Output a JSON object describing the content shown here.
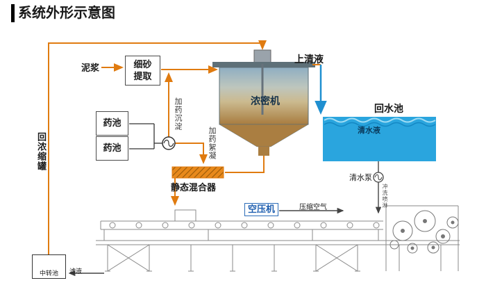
{
  "title": "系统外形示意图",
  "nodes": {
    "mud": "泥浆",
    "sand_extraction_line1": "细砂",
    "sand_extraction_line2": "提取",
    "supernatant": "上清液",
    "thickener": "浓密机",
    "return_pool": "回水池",
    "clear_water": "清水液",
    "clear_water_pump": "清水泵",
    "spray": "冲洗喷淋",
    "chem_pool_1": "药池",
    "chem_pool_2": "药池",
    "dosing_sedimentation": "加药沉淀",
    "dosing_flocculation": "加药絮凝",
    "static_mixer": "静态混合器",
    "return_concentrate_tank": "回浓缩罐",
    "air_compressor": "空压机",
    "compressed_air": "压缩空气",
    "transfer_pool": "中转池",
    "filtrate": "滤液"
  },
  "colors": {
    "flow_line_orange": "#E07B10",
    "water_blue": "#2AA5DE",
    "compressor_blue": "#1F5FB0",
    "machine_gray": "#8A8A8A",
    "tank_top": "#8FAEC2",
    "tank_bottom": "#A87C3F"
  }
}
